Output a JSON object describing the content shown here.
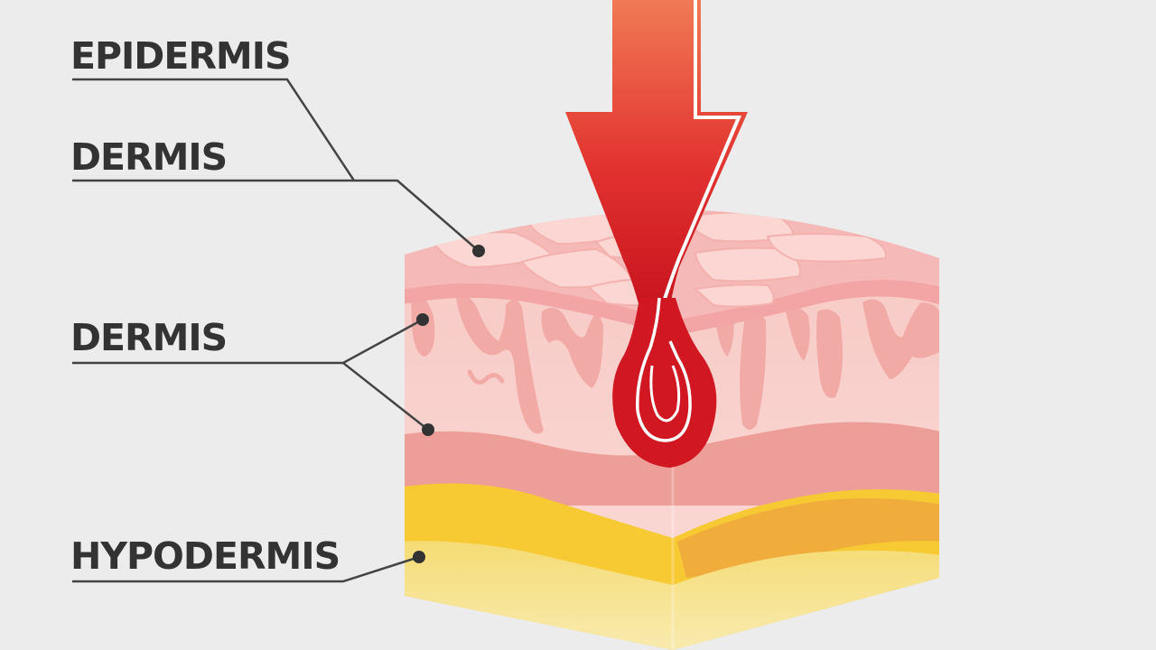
{
  "labels": {
    "epidermis": "EPIDERMIS",
    "dermis_upper": "DERMIS",
    "dermis_lower": "DERMIS",
    "hypodermis": "HYPODERMIS"
  },
  "colors": {
    "background": "#ececec",
    "label_text": "#333333",
    "leader_line": "#444444",
    "arrow_red": "#d9262c",
    "arrow_light": "#f07a55",
    "epidermis_top": "#f5b9b7",
    "epidermis_tile": "#fbd3cf",
    "dermis": "#f9d4d0",
    "dermis_band": "#ee9e98",
    "hypodermis_yellow": "#f7c933",
    "hypodermis_pale": "#f6e59a"
  }
}
